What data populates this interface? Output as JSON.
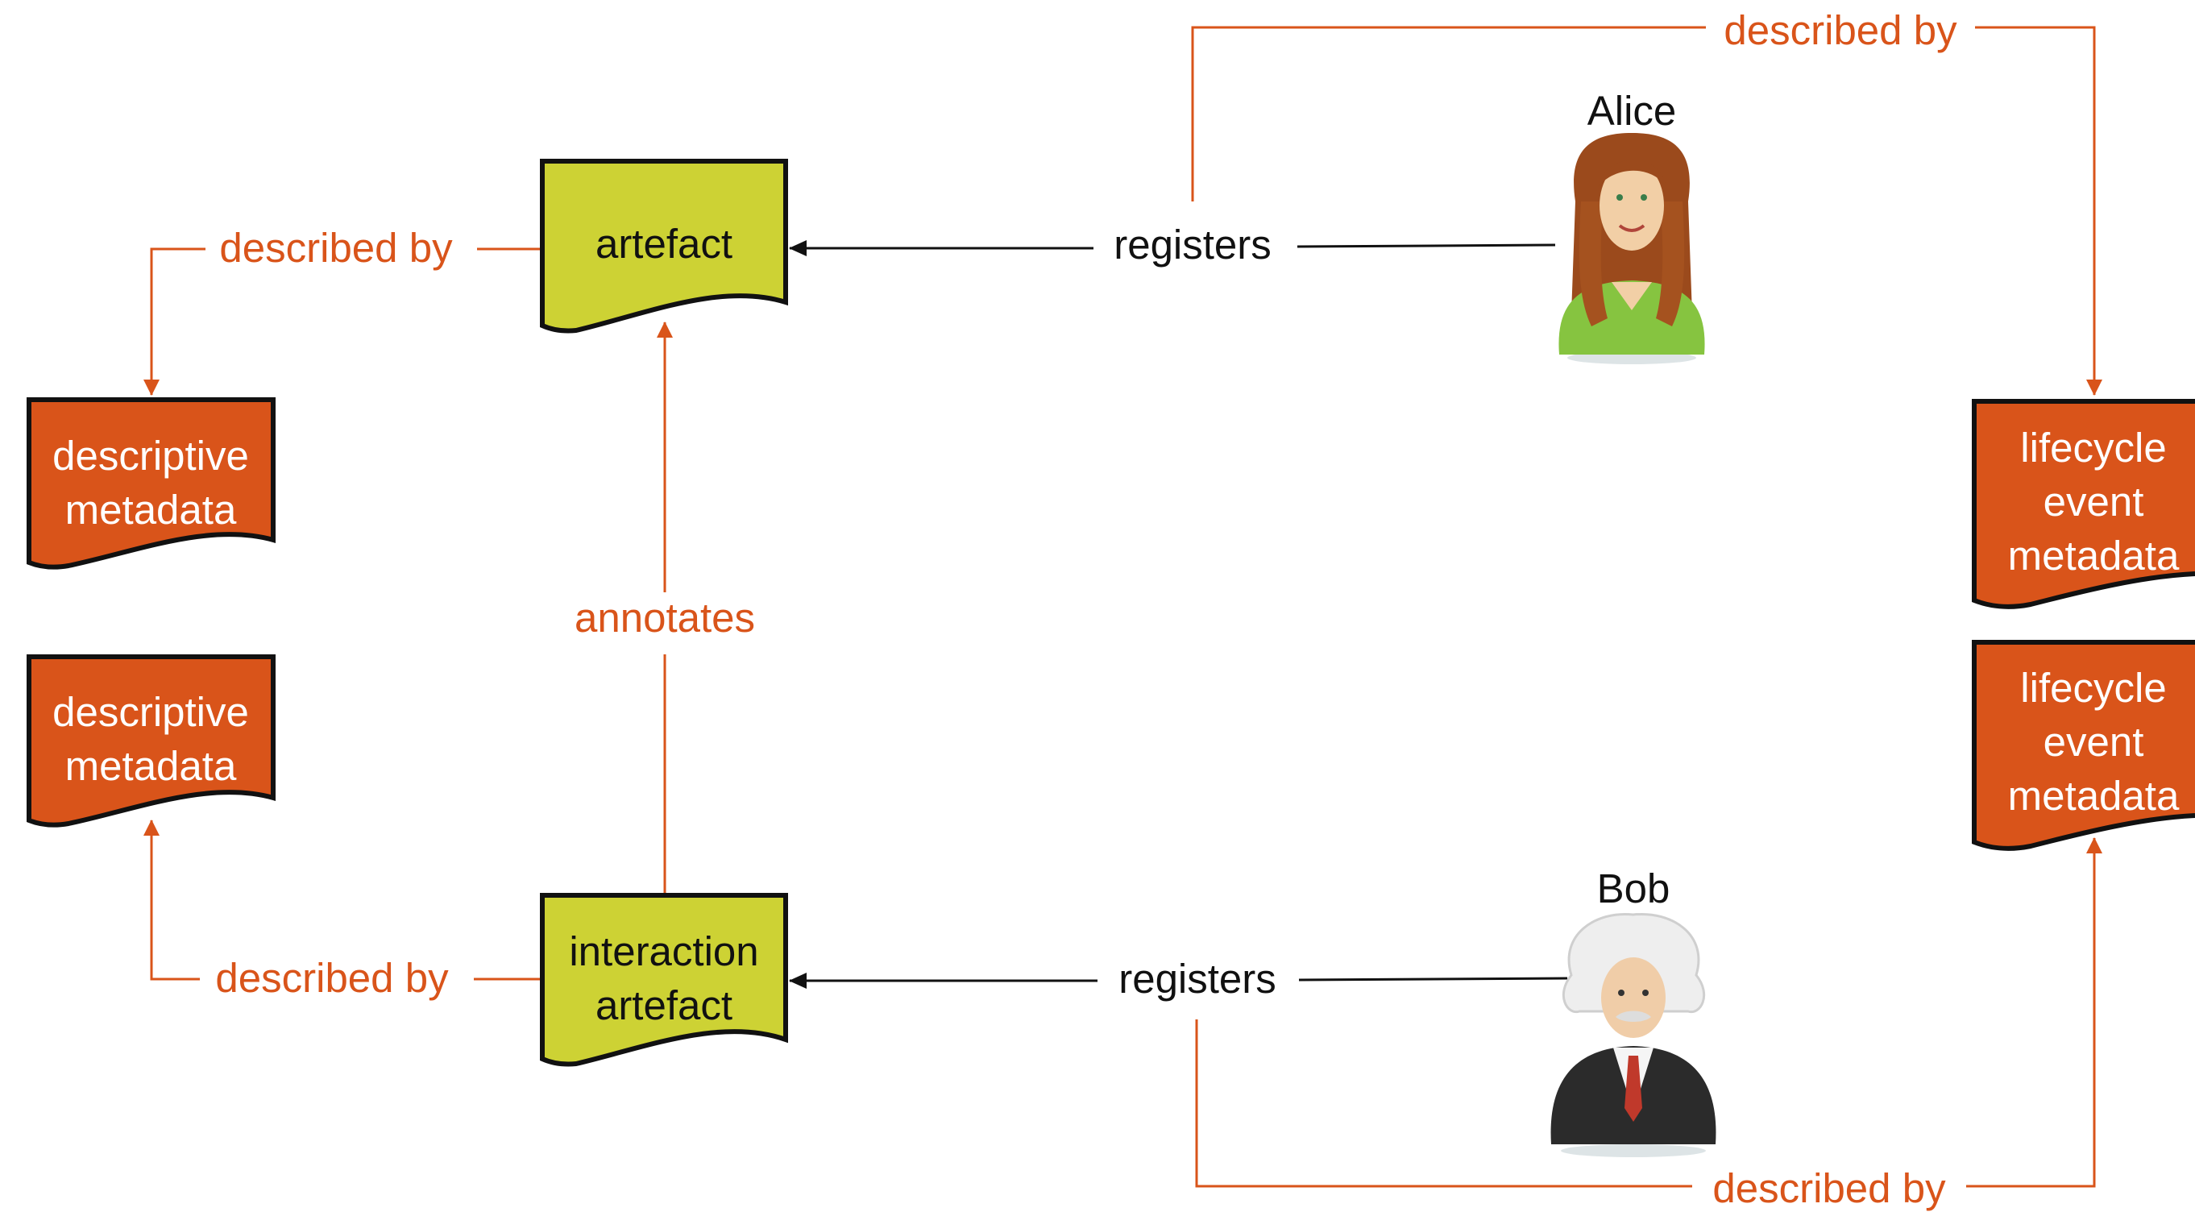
{
  "colors": {
    "accent_orange": "#d9541a",
    "artefact_green": "#cdd234",
    "outline": "#111111"
  },
  "nodes": {
    "artefact": {
      "lines": [
        "artefact"
      ]
    },
    "interaction_artefact": {
      "lines": [
        "interaction",
        "artefact"
      ]
    },
    "descriptive_metadata_1": {
      "lines": [
        "descriptive",
        "metadata"
      ]
    },
    "descriptive_metadata_2": {
      "lines": [
        "descriptive",
        "metadata"
      ]
    },
    "lifecycle_event_metadata_1": {
      "lines": [
        "lifecycle",
        "event",
        "metadata"
      ]
    },
    "lifecycle_event_metadata_2": {
      "lines": [
        "lifecycle",
        "event",
        "metadata"
      ]
    }
  },
  "people": {
    "alice": {
      "name": "Alice",
      "icon": "woman-avatar-icon"
    },
    "bob": {
      "name": "Bob",
      "icon": "old-man-avatar-icon"
    }
  },
  "edges": {
    "alice_registers": "registers",
    "bob_registers": "registers",
    "annotates": "annotates",
    "artefact_described_by": "described by",
    "interaction_described_by": "described by",
    "alice_described_by": "described by",
    "bob_described_by": "described by"
  }
}
